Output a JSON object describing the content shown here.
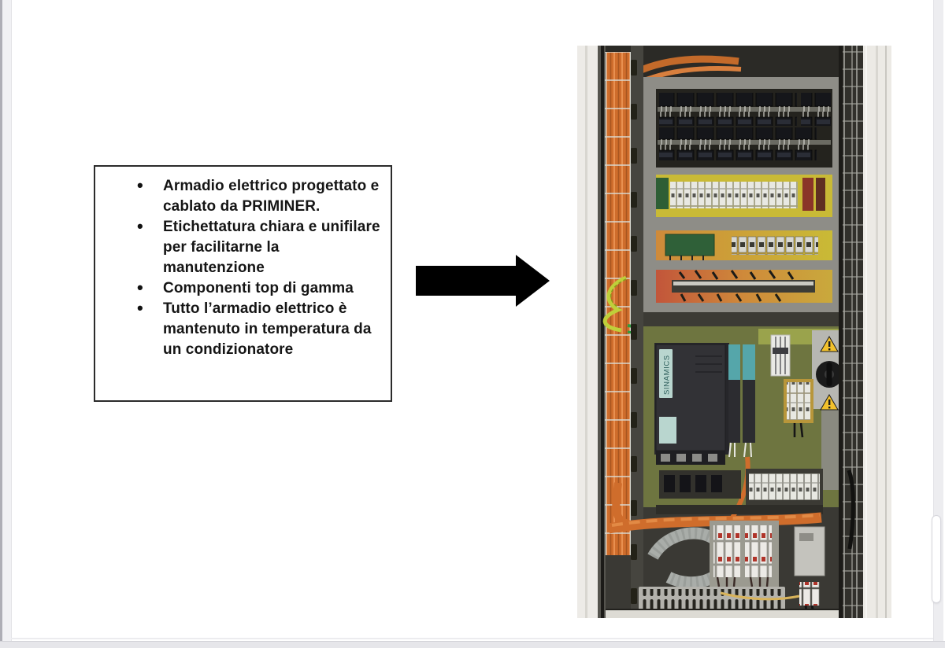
{
  "slide": {
    "textbox": {
      "bullets": [
        "Armadio elettrico progettato e cablato da PRIMINER.",
        "Etichettatura chiara e unifilare per facilitarne la manutenzione",
        "Componenti top di gamma",
        "Tutto l’armadio elettrico è mantenuto in temperatura da un condizionatore"
      ]
    },
    "arrow": {
      "direction": "right",
      "color": "#000000"
    },
    "photo": {
      "drive_label": "SINAMICS",
      "colors": {
        "cable_orange": "#cf6d2c",
        "duct_yellow": "#c9ba36",
        "siemens_teal": "#55a6aa",
        "warning_yellow": "#f2c12c",
        "panel_gray": "#8e8d87",
        "cabinet_white": "#eceae6"
      }
    }
  }
}
